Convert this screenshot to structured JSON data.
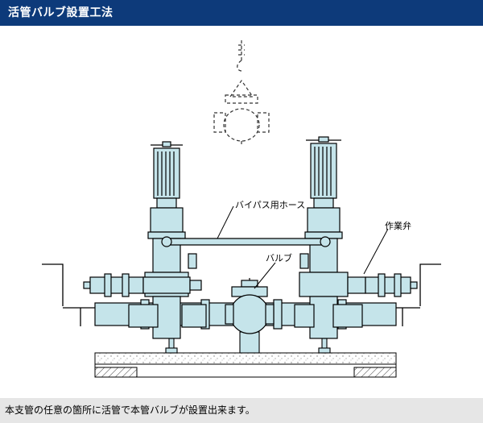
{
  "header": {
    "title": "活管バルブ設置工法"
  },
  "diagram": {
    "labels": {
      "bypass_hose": "バイパス用ホース",
      "valve": "バルブ",
      "work_valve": "作業弁"
    }
  },
  "footer": {
    "caption": "本支管の任意の箇所に活管で本管バルブが設置出来ます。"
  },
  "colors": {
    "header_bg": "#0d3a7a",
    "pipe_fill": "#c5e4ea",
    "footer_bg": "#e6e6e6"
  }
}
